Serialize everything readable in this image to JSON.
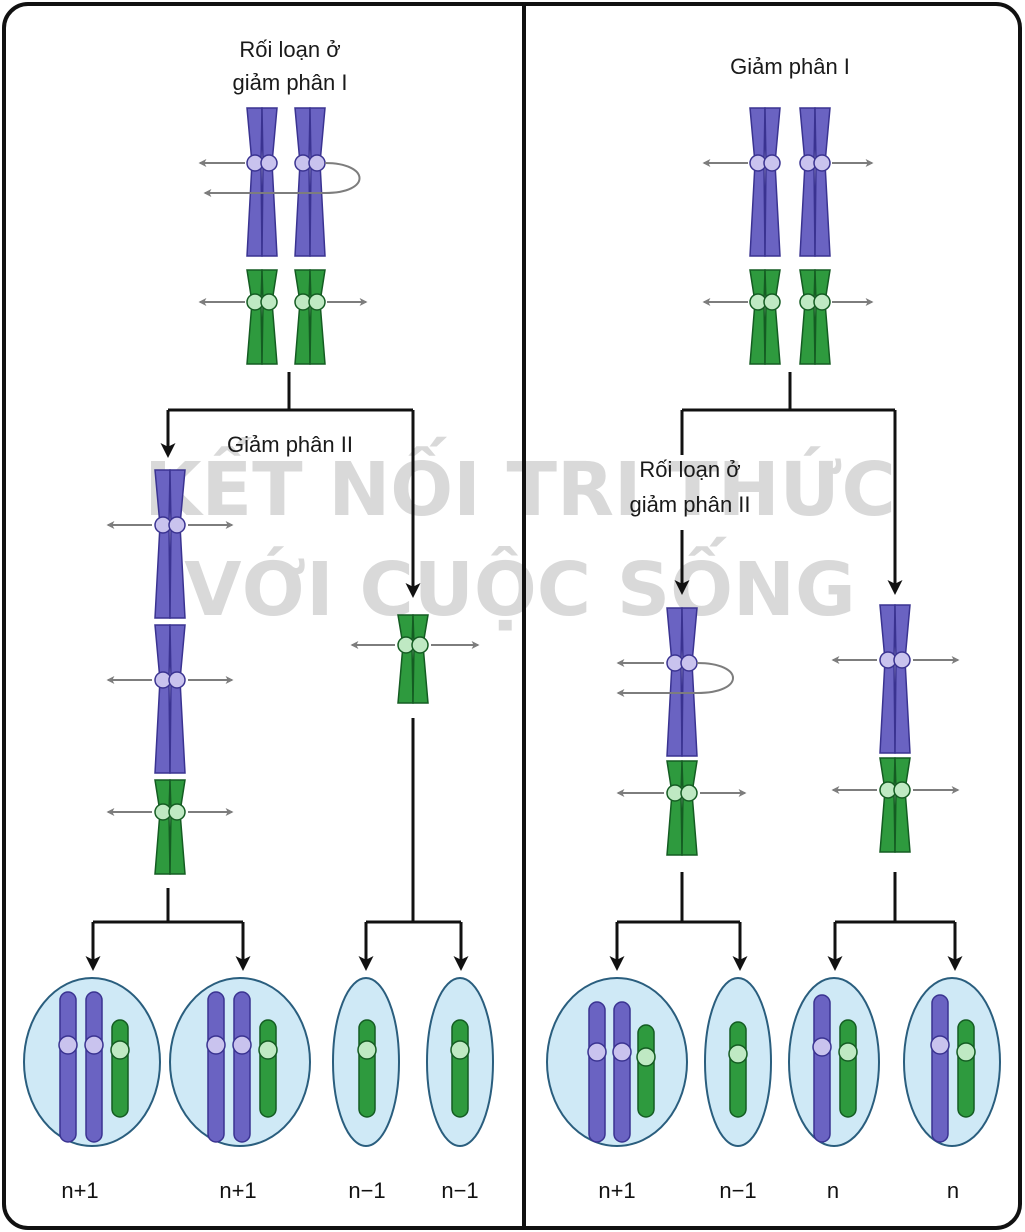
{
  "colors": {
    "purple": "#6a63c2",
    "purple_dark": "#3a3391",
    "purple_light": "#c9c3ee",
    "green": "#2e9a3e",
    "green_dark": "#145c22",
    "green_light": "#bfe9c3",
    "cell_fill": "#cfe9f6",
    "cell_stroke": "#2a5e7e",
    "arrow": "#111111",
    "spindle": "#7d7d7d"
  },
  "watermark": {
    "line1": "KẾT NỐI TRI THỨC",
    "line2": "VỚI CUỘC SỐNG"
  },
  "left_panel": {
    "title_line1": "Rối loạn ở",
    "title_line2": "giảm phân I",
    "stage2_label": "Giảm phân II",
    "results": [
      "n+1",
      "n+1",
      "n−1",
      "n−1"
    ]
  },
  "right_panel": {
    "title": "Giảm phân I",
    "stage2_line1": "Rối loạn ở",
    "stage2_line2": "giảm phân II",
    "results": [
      "n+1",
      "n−1",
      "n",
      "n"
    ]
  }
}
